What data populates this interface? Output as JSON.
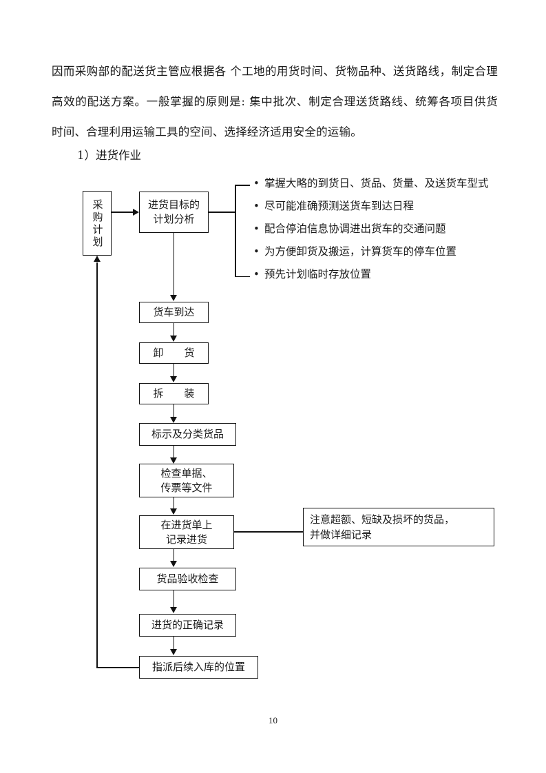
{
  "document": {
    "page_number": "10",
    "paragraphs": [
      "因而采购部的配送货主管应根据各 个工地的用货时间、货物品种、送货路线，制定合理高效的配送方案。一般掌握的原则是: 集中批次、制定合理送货路线、统筹各项目供货 时间、合理利用运输工具的空间、选择经济适用安全的运输。"
    ],
    "heading": "1）进货作业"
  },
  "flowchart": {
    "nodes": {
      "purchase_plan": "采购计划",
      "goal_analysis": "进货目标的\n计划分析",
      "truck_arrive": "货车到达",
      "unload": "卸　　货",
      "unpack": "拆　　装",
      "label_sort": "标示及分类货品",
      "check_docs": "检查单据、\n传票等文件",
      "record_receipt": "在进货单上\n记录进货",
      "goods_inspect": "货品验收检查",
      "correct_record": "进货的正确记录",
      "assign_location": "指派后续入库的位置"
    },
    "note": "注意超额、短缺及损坏的货品，\n并做详细记录",
    "bullets": [
      "掌握大略的到货日、货品、货量、及送货车型式",
      "尽可能准确预测送货车到达日程",
      "配合停泊信息协调进出货车的交通问题",
      "为方便卸货及搬运，计算货车的停车位置",
      "预先计划临时存放位置"
    ]
  },
  "colors": {
    "ink": "#1b1b1b",
    "stroke": "#111111",
    "paper": "#ffffff"
  }
}
